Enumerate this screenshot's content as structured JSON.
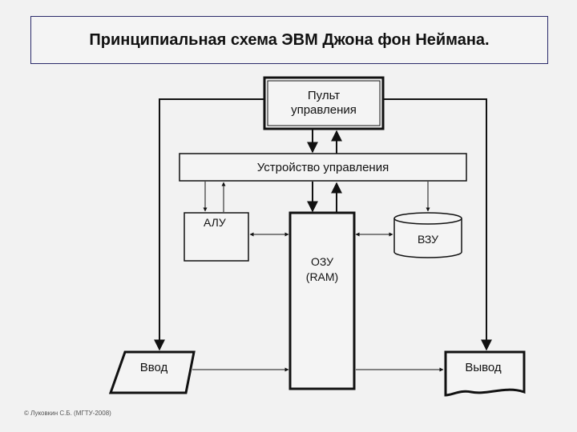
{
  "title": "Принципиальная схема ЭВМ  Джона фон Неймана.",
  "blocks": {
    "control_panel_line1": "Пульт",
    "control_panel_line2": "управления",
    "control_unit": "Устройство управления",
    "alu": "АЛУ",
    "external_storage": "ВЗУ",
    "ram_line1": "ОЗУ",
    "ram_line2": "(RAM)",
    "input": "Ввод",
    "output": "Вывод"
  },
  "footer": "© Луковкин С.Б. (МГТУ-2008)"
}
